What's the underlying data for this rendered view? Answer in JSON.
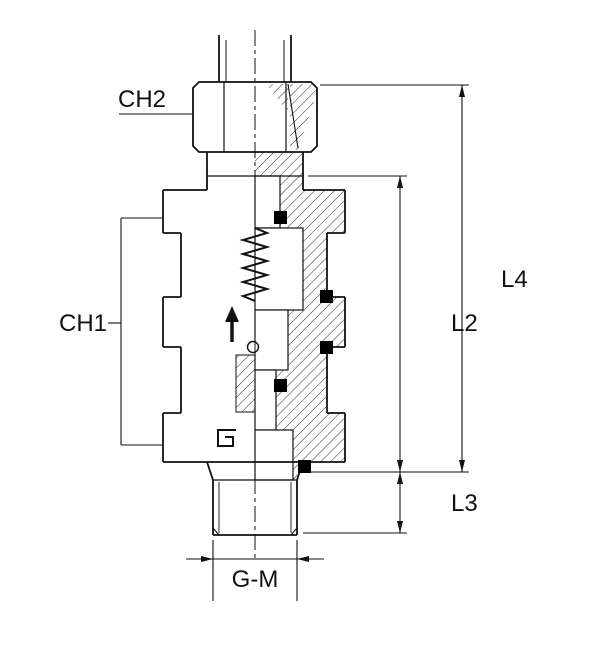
{
  "diagram": {
    "type": "technical-section-drawing",
    "subject": "bulkhead check valve fitting cross-section",
    "labels": {
      "ch2": "CH2",
      "ch1": "CH1",
      "l4": "L4",
      "l2": "L2",
      "l3": "L3",
      "gm": "G-M"
    },
    "colors": {
      "line": "#111111",
      "background": "#ffffff",
      "seal": "#000000"
    }
  }
}
